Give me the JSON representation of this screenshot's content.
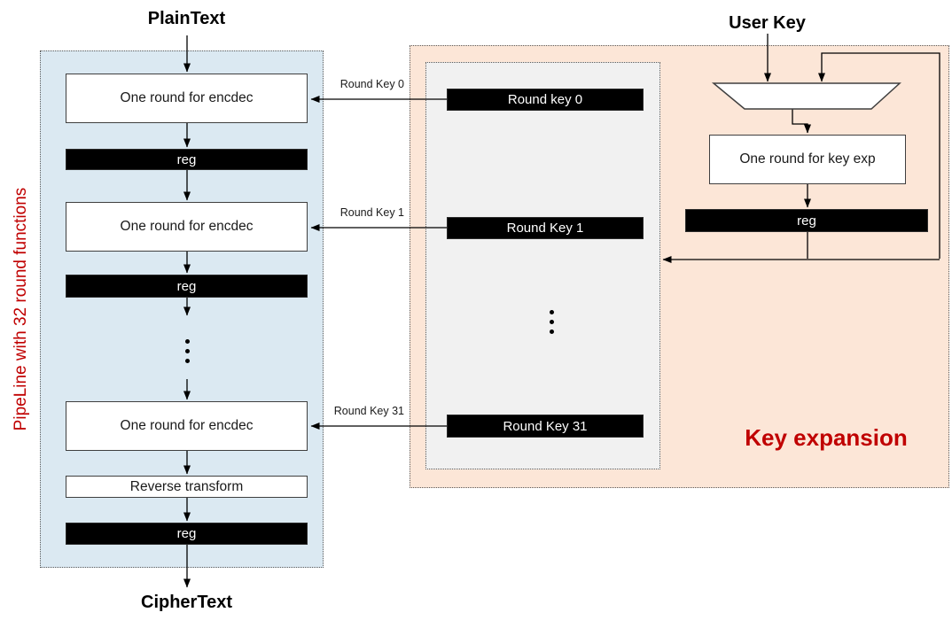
{
  "colors": {
    "pipeline_bg": "#dbe9f2",
    "key_expansion_bg": "#fce6d7",
    "round_keys_bg": "#f1f1f1",
    "region_border": "#595959",
    "accent_red": "#c00000",
    "bar_bg": "#000000",
    "bar_text": "#ffffff",
    "box_border": "#3f3f3f",
    "line_color": "#000000"
  },
  "pipeline": {
    "side_label": "PipeLine with 32 round functions",
    "input_label": "PlainText",
    "output_label": "CipherText",
    "round_box_1": "One round for encdec",
    "reg_1": "reg",
    "round_box_2": "One round for encdec",
    "reg_2": "reg",
    "round_box_3": "One round for encdec",
    "reverse_box": "Reverse transform",
    "reg_3": "reg"
  },
  "round_keys_store": {
    "key_0": "Round key 0",
    "key_1": "Round Key 1",
    "key_31": "Round Key 31"
  },
  "arrow_labels": {
    "key_0": "Round Key 0",
    "key_1": "Round Key 1",
    "key_31": "Round Key 31"
  },
  "key_expansion": {
    "region_label": "Key expansion",
    "input_label": "User Key",
    "round_box": "One round for key exp",
    "reg": "reg"
  },
  "icons": {
    "vertical_ellipsis": "⋮"
  }
}
